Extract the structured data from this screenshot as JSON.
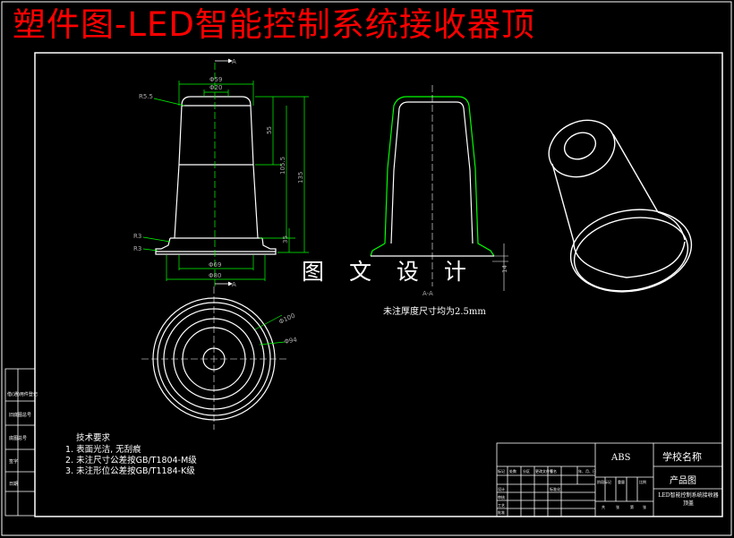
{
  "title": "塑件图-LED智能控制系统接收器顶",
  "watermark": "图 文 设 计",
  "section_note": "未注厚度尺寸均为2.5mm",
  "section_label": "A-A",
  "section_mark": "A",
  "dims": {
    "d59": "Φ59",
    "d20": "Φ20",
    "r55": "R5.5",
    "h55": "55",
    "h1055": "105.5",
    "h135": "135",
    "h35": "35",
    "r3a": "R3",
    "r3b": "R3",
    "d69": "Φ69",
    "d80": "Φ80",
    "d100": "Φ100",
    "d94": "Φ94",
    "h14": "14"
  },
  "tech": {
    "heading": "技术要求",
    "items": [
      "1. 表面光洁, 无刮痕",
      "2. 未注尺寸公差按GB/T1804-M级",
      "3. 未注形位公差按GB/T1184-K级"
    ]
  },
  "side_table": [
    "借(通)用件登记",
    "旧底图总号",
    "底图总号",
    "签字",
    "日期"
  ],
  "title_block": {
    "material": "ABS",
    "school": "学校名称",
    "product": "产品图",
    "part_name": "LED智能控制系统接收器顶盖",
    "headers": [
      "标记",
      "处数",
      "分区",
      "更改文件号",
      "签名",
      "年、月、日"
    ],
    "rows": [
      "设计",
      "审核",
      "工艺",
      "批准"
    ],
    "std": "标准化",
    "stage": [
      "阶段标记",
      "重量",
      "比例"
    ],
    "sheet": [
      "共",
      "张",
      "第",
      "张"
    ]
  }
}
